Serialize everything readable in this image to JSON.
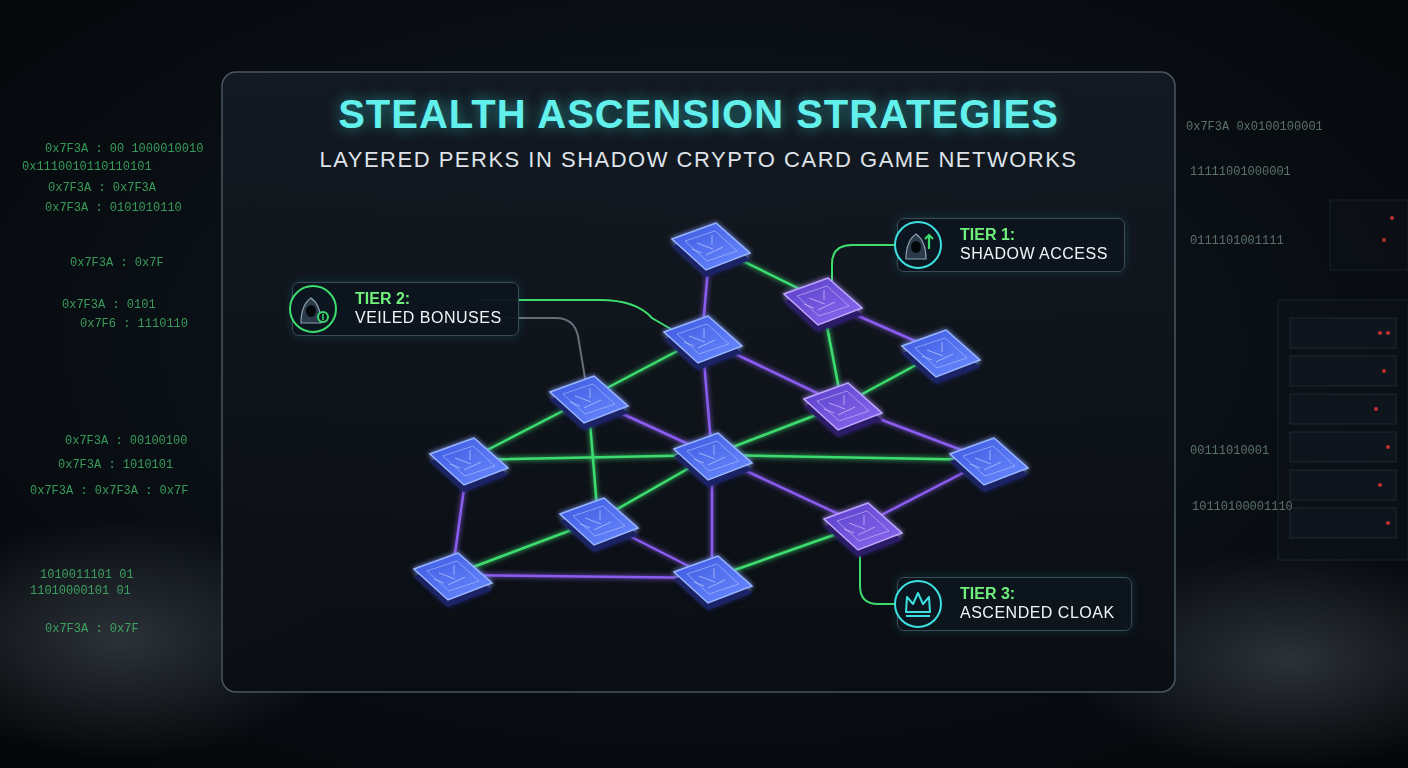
{
  "diagram": {
    "title": "STEALTH ASCENSION STRATEGIES",
    "nodes": [
      {
        "text": [
          "TIER 1:",
          "SHADOW ACCESS"
        ]
      },
      {
        "text": [
          "TIER 2:",
          "VEILED BONUSES"
        ]
      },
      {
        "text": [
          "TIER 3:",
          "ASCENDED CLOAK"
        ]
      }
    ],
    "labels": [
      "LAYERED PERKS IN SHADOW CRYPTO CARD GAME NETWORKS",
      "0x7F3A : 00 1000010010",
      "0x1110010110110101",
      "0x7F3A : 0x7F3A",
      "0x7F3A : 0101010110",
      "0x7F3A : 0x7F",
      "0x7F3A : 0101",
      "0x7F6 : 1110110",
      "0x7F3A : 00100100",
      "0x7F3A : 1010101",
      "0x7F3A : 0x7F3A : 0x7F",
      "1010011101 01",
      "11010000101 01",
      "0x7F3A : 0x7F",
      "0x7F3A 0x0100100001",
      "11111001000001",
      "0111101001111",
      "00111010001",
      "10110100001110"
    ]
  }
}
